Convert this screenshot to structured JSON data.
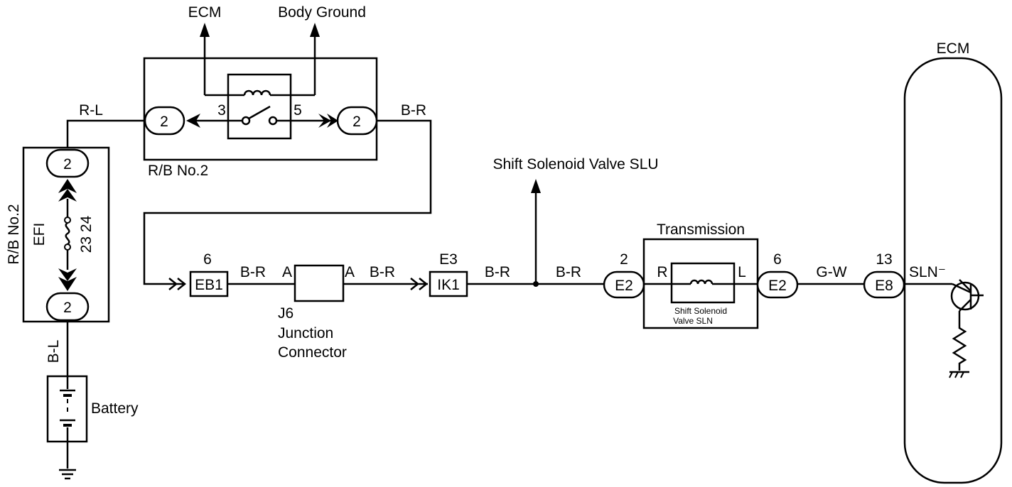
{
  "labels": {
    "ecm_top": "ECM",
    "body_ground": "Body Ground",
    "rb_no2_relay": "R/B No.2",
    "rb_no2_fuse": "R/B No.2",
    "efi": "EFI",
    "fuse_pins": "23 24",
    "battery": "Battery",
    "shift_slu": "Shift Solenoid Valve SLU",
    "transmission": "Transmission",
    "shift_sln_line1": "Shift Solenoid",
    "shift_sln_line2": "Valve SLN",
    "j6": "J6",
    "junction": "Junction",
    "connector": "Connector",
    "ecm_right": "ECM",
    "sln_pin": "SLN⁻"
  },
  "wire_colors": {
    "rl": "R-L",
    "br_relay": "B-R",
    "bl": "B-L",
    "br_eb1": "B-R",
    "br_j6": "B-R",
    "br_ik1": "B-R",
    "br_junction": "B-R",
    "gw": "G-W"
  },
  "relay_pins": {
    "left": "3",
    "right": "5"
  },
  "connectors": {
    "rb_relay_left": "2",
    "rb_relay_right": "2",
    "rb_fuse_top": "2",
    "rb_fuse_bottom": "2",
    "eb1": "EB1",
    "eb1_pin": "6",
    "j6_a_left": "A",
    "j6_a_right": "A",
    "ik1": "IK1",
    "ik1_pin": "E3",
    "e2_left": "E2",
    "e2_left_pin": "2",
    "sln_r": "R",
    "sln_l": "L",
    "e2_right": "E2",
    "e2_right_pin": "6",
    "e8": "E8",
    "e8_pin": "13"
  },
  "icons": [
    "arrow-up-icon",
    "relay-coil-icon",
    "switch-icon",
    "fuse-icon",
    "battery-icon",
    "ground-icon",
    "solenoid-coil-icon",
    "transistor-icon",
    "resistor-icon"
  ]
}
